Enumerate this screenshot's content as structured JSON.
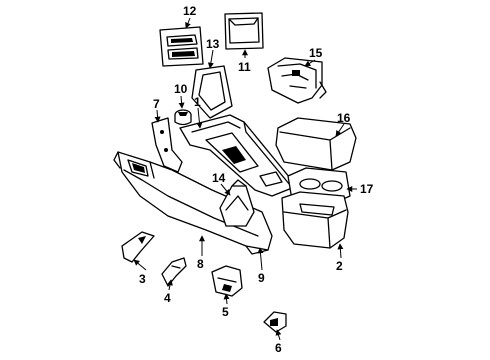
{
  "diagram": {
    "callouts": [
      "12",
      "11",
      "13",
      "15",
      "10",
      "1",
      "7",
      "16",
      "14",
      "17",
      "3",
      "8",
      "9",
      "2",
      "4",
      "5",
      "6"
    ]
  }
}
